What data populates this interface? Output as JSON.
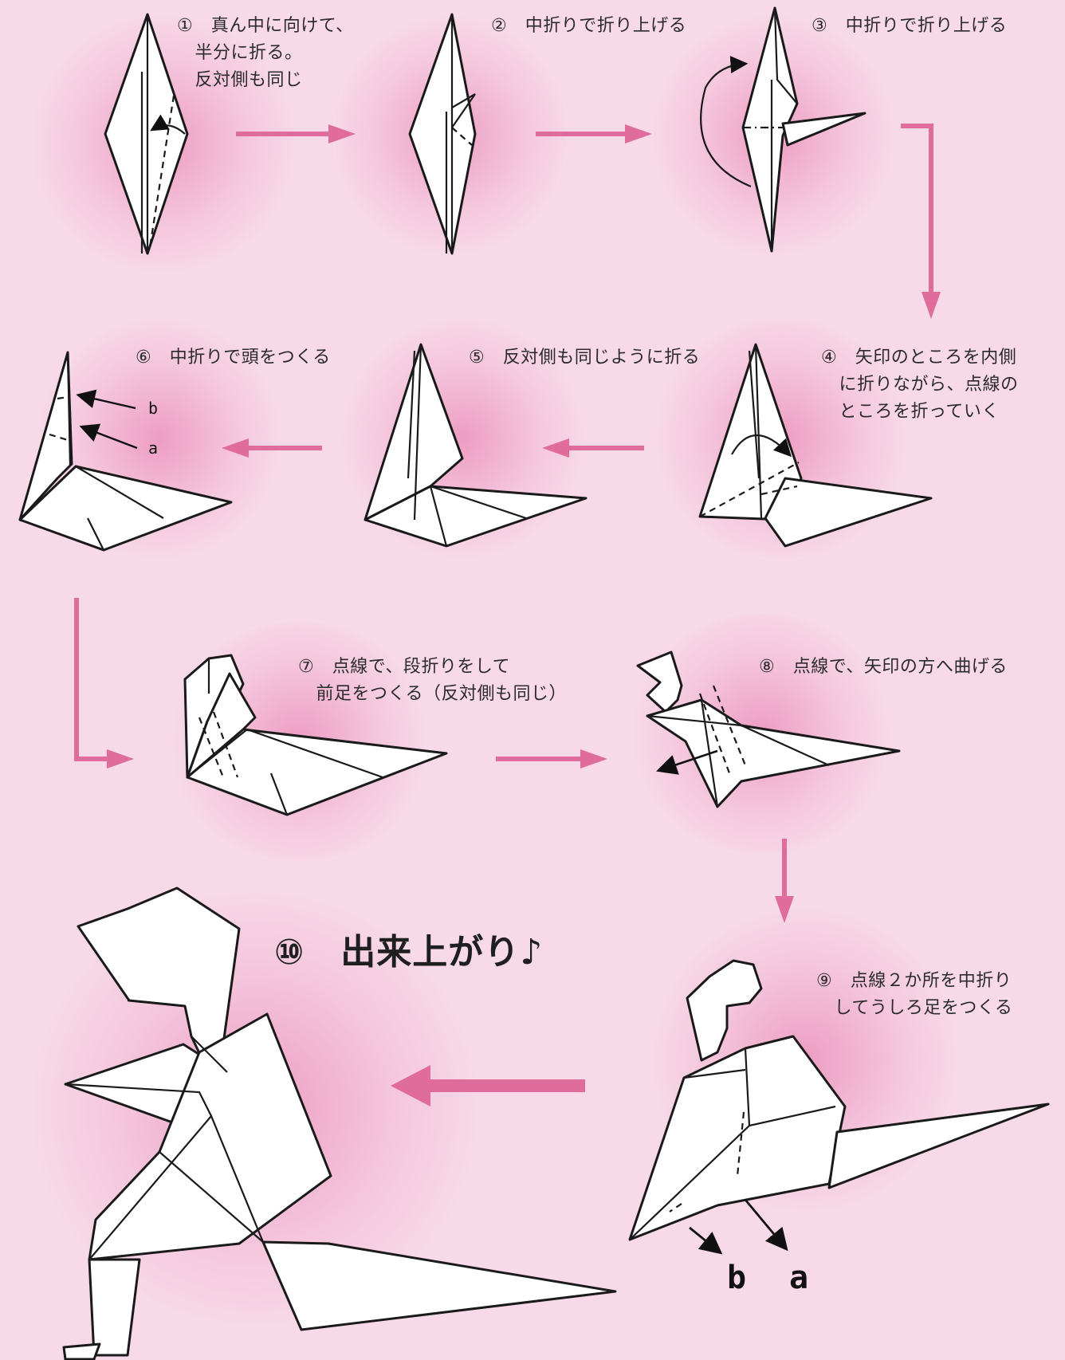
{
  "background_color": "#f7d9e7",
  "accent_color": "#df6c9b",
  "steps": [
    {
      "text": "①　真ん中に向けて、\n　半分に折る。\n　反対側も同じ"
    },
    {
      "text": "②　中折りで折り上げる"
    },
    {
      "text": "③　中折りで折り上げる"
    },
    {
      "text": "④　矢印のところを内側\n　に折りながら、点線の\n　ところを折っていく"
    },
    {
      "text": "⑤　反対側も同じように折る"
    },
    {
      "text": "⑥　中折りで頭をつくる"
    },
    {
      "text": "⑦　点線で、段折りをして\n　前足をつくる（反対側も同じ）"
    },
    {
      "text": "⑧　点線で、矢印の方へ曲げる"
    },
    {
      "text": "⑨　点線２か所を中折り\n　してうしろ足をつくる"
    },
    {
      "text": "⑩　出来上がり♪"
    }
  ],
  "labels": {
    "step6_b": "b",
    "step6_a": "a",
    "step9_b": "b",
    "step9_a": "a"
  },
  "icons": [
    "arrow-right-icon",
    "arrow-down-icon",
    "arrow-left-icon",
    "fold-arrow-icon"
  ]
}
